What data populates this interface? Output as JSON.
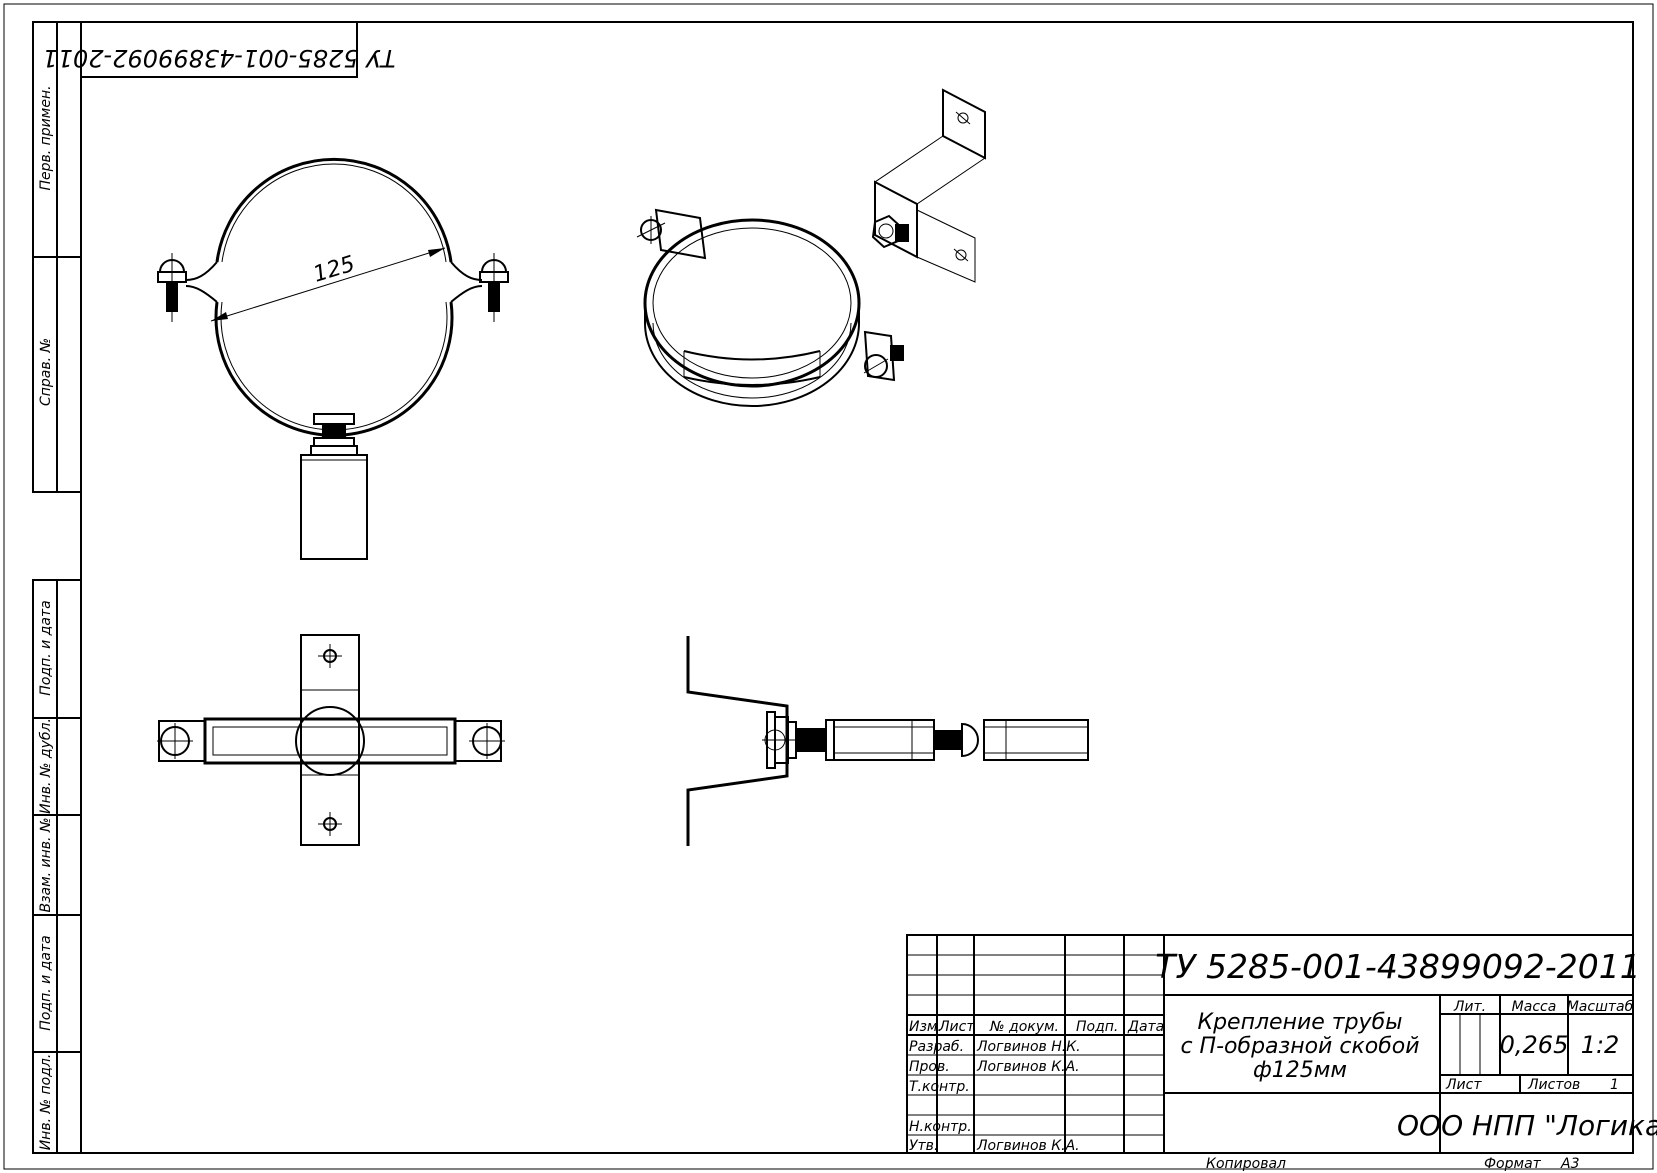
{
  "stamp": {
    "rotated_code": "ТУ 5285-001-43899092-2011",
    "doc_code": "ТУ 5285-001-43899092-2011",
    "title_lines": [
      "Крепление трубы",
      "с П-образной скобой",
      "ф125мм"
    ],
    "organization": "ООО НПП \"Логика\"",
    "col_headers": {
      "izm": "Изм.",
      "list": "Лист",
      "doc_no": "№ докум.",
      "sign": "Подп.",
      "date": "Дата"
    },
    "roles": {
      "razrab": {
        "label": "Разраб.",
        "name": "Логвинов Н.К."
      },
      "prov": {
        "label": "Пров.",
        "name": "Логвинов К.А."
      },
      "tkontr": {
        "label": "Т.контр.",
        "name": ""
      },
      "nkontr": {
        "label": "Н.контр.",
        "name": ""
      },
      "utv": {
        "label": "Утв.",
        "name": "Логвинов К.А."
      }
    },
    "lit_label": "Лит.",
    "mass_label": "Масса",
    "scale_label": "Масштаб",
    "mass_value": "0,265",
    "scale_value": "1:2",
    "sheet_label": "Лист",
    "sheets_label": "Листов",
    "sheets_value": "1",
    "copied_label": "Копировал",
    "format_label": "Формат",
    "format_value": "А3"
  },
  "side_stamp": {
    "perv_primen": "Перв. примен.",
    "sprav_no": "Справ. №",
    "podp_data_1": "Подп. и дата",
    "inv_dubl": "Инв. № дубл.",
    "vzam_inv": "Взам. инв. №",
    "podp_data_2": "Подп. и дата",
    "inv_podl": "Инв. № подл."
  },
  "views": {
    "diameter_label": "125"
  }
}
